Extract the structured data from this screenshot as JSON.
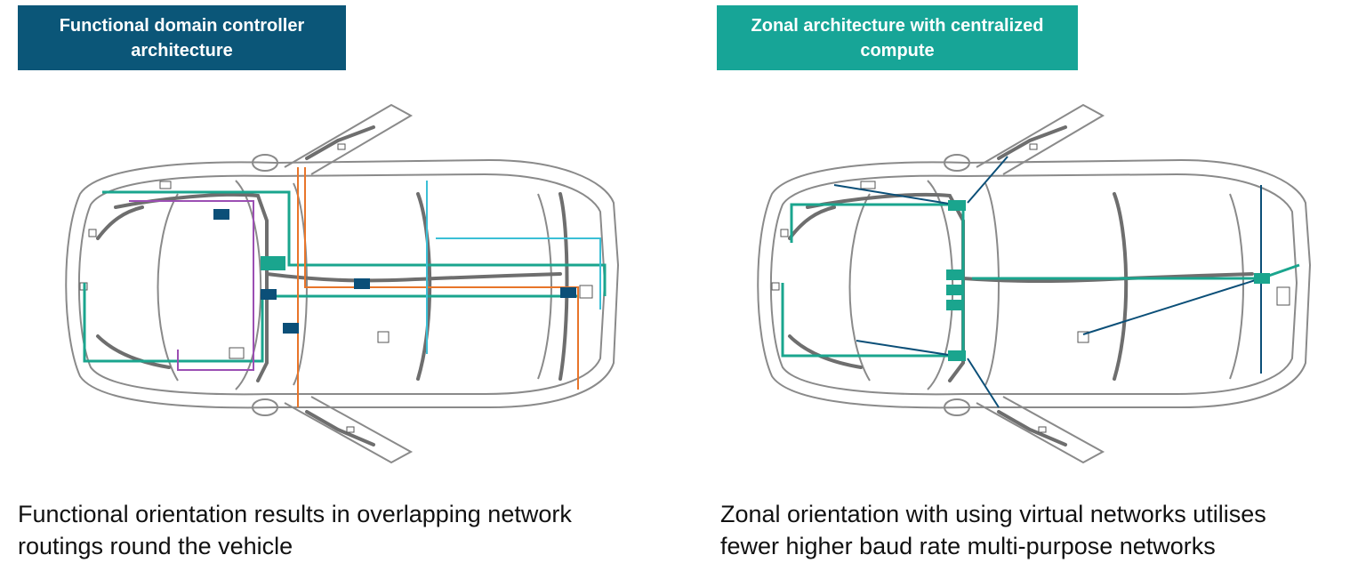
{
  "left": {
    "title": "Functional domain controller architecture",
    "caption_line1": "Functional orientation results in overlapping network",
    "caption_line2": "routings round the vehicle"
  },
  "right": {
    "title": "Zonal architecture with centralized compute",
    "caption_line1": "Zonal orientation with using virtual networks utilises",
    "caption_line2": "fewer higher baud rate multi-purpose networks"
  },
  "colors": {
    "left_title_bg": "#0b5678",
    "right_title_bg": "#17a597",
    "network_teal": "#1aa58e",
    "network_purple": "#9b4fb3",
    "network_orange": "#e8752a",
    "network_cyan": "#3bbfd6",
    "network_navy": "#0b4f78",
    "controller_navy": "#0b4f78",
    "controller_teal": "#1aa58e"
  }
}
